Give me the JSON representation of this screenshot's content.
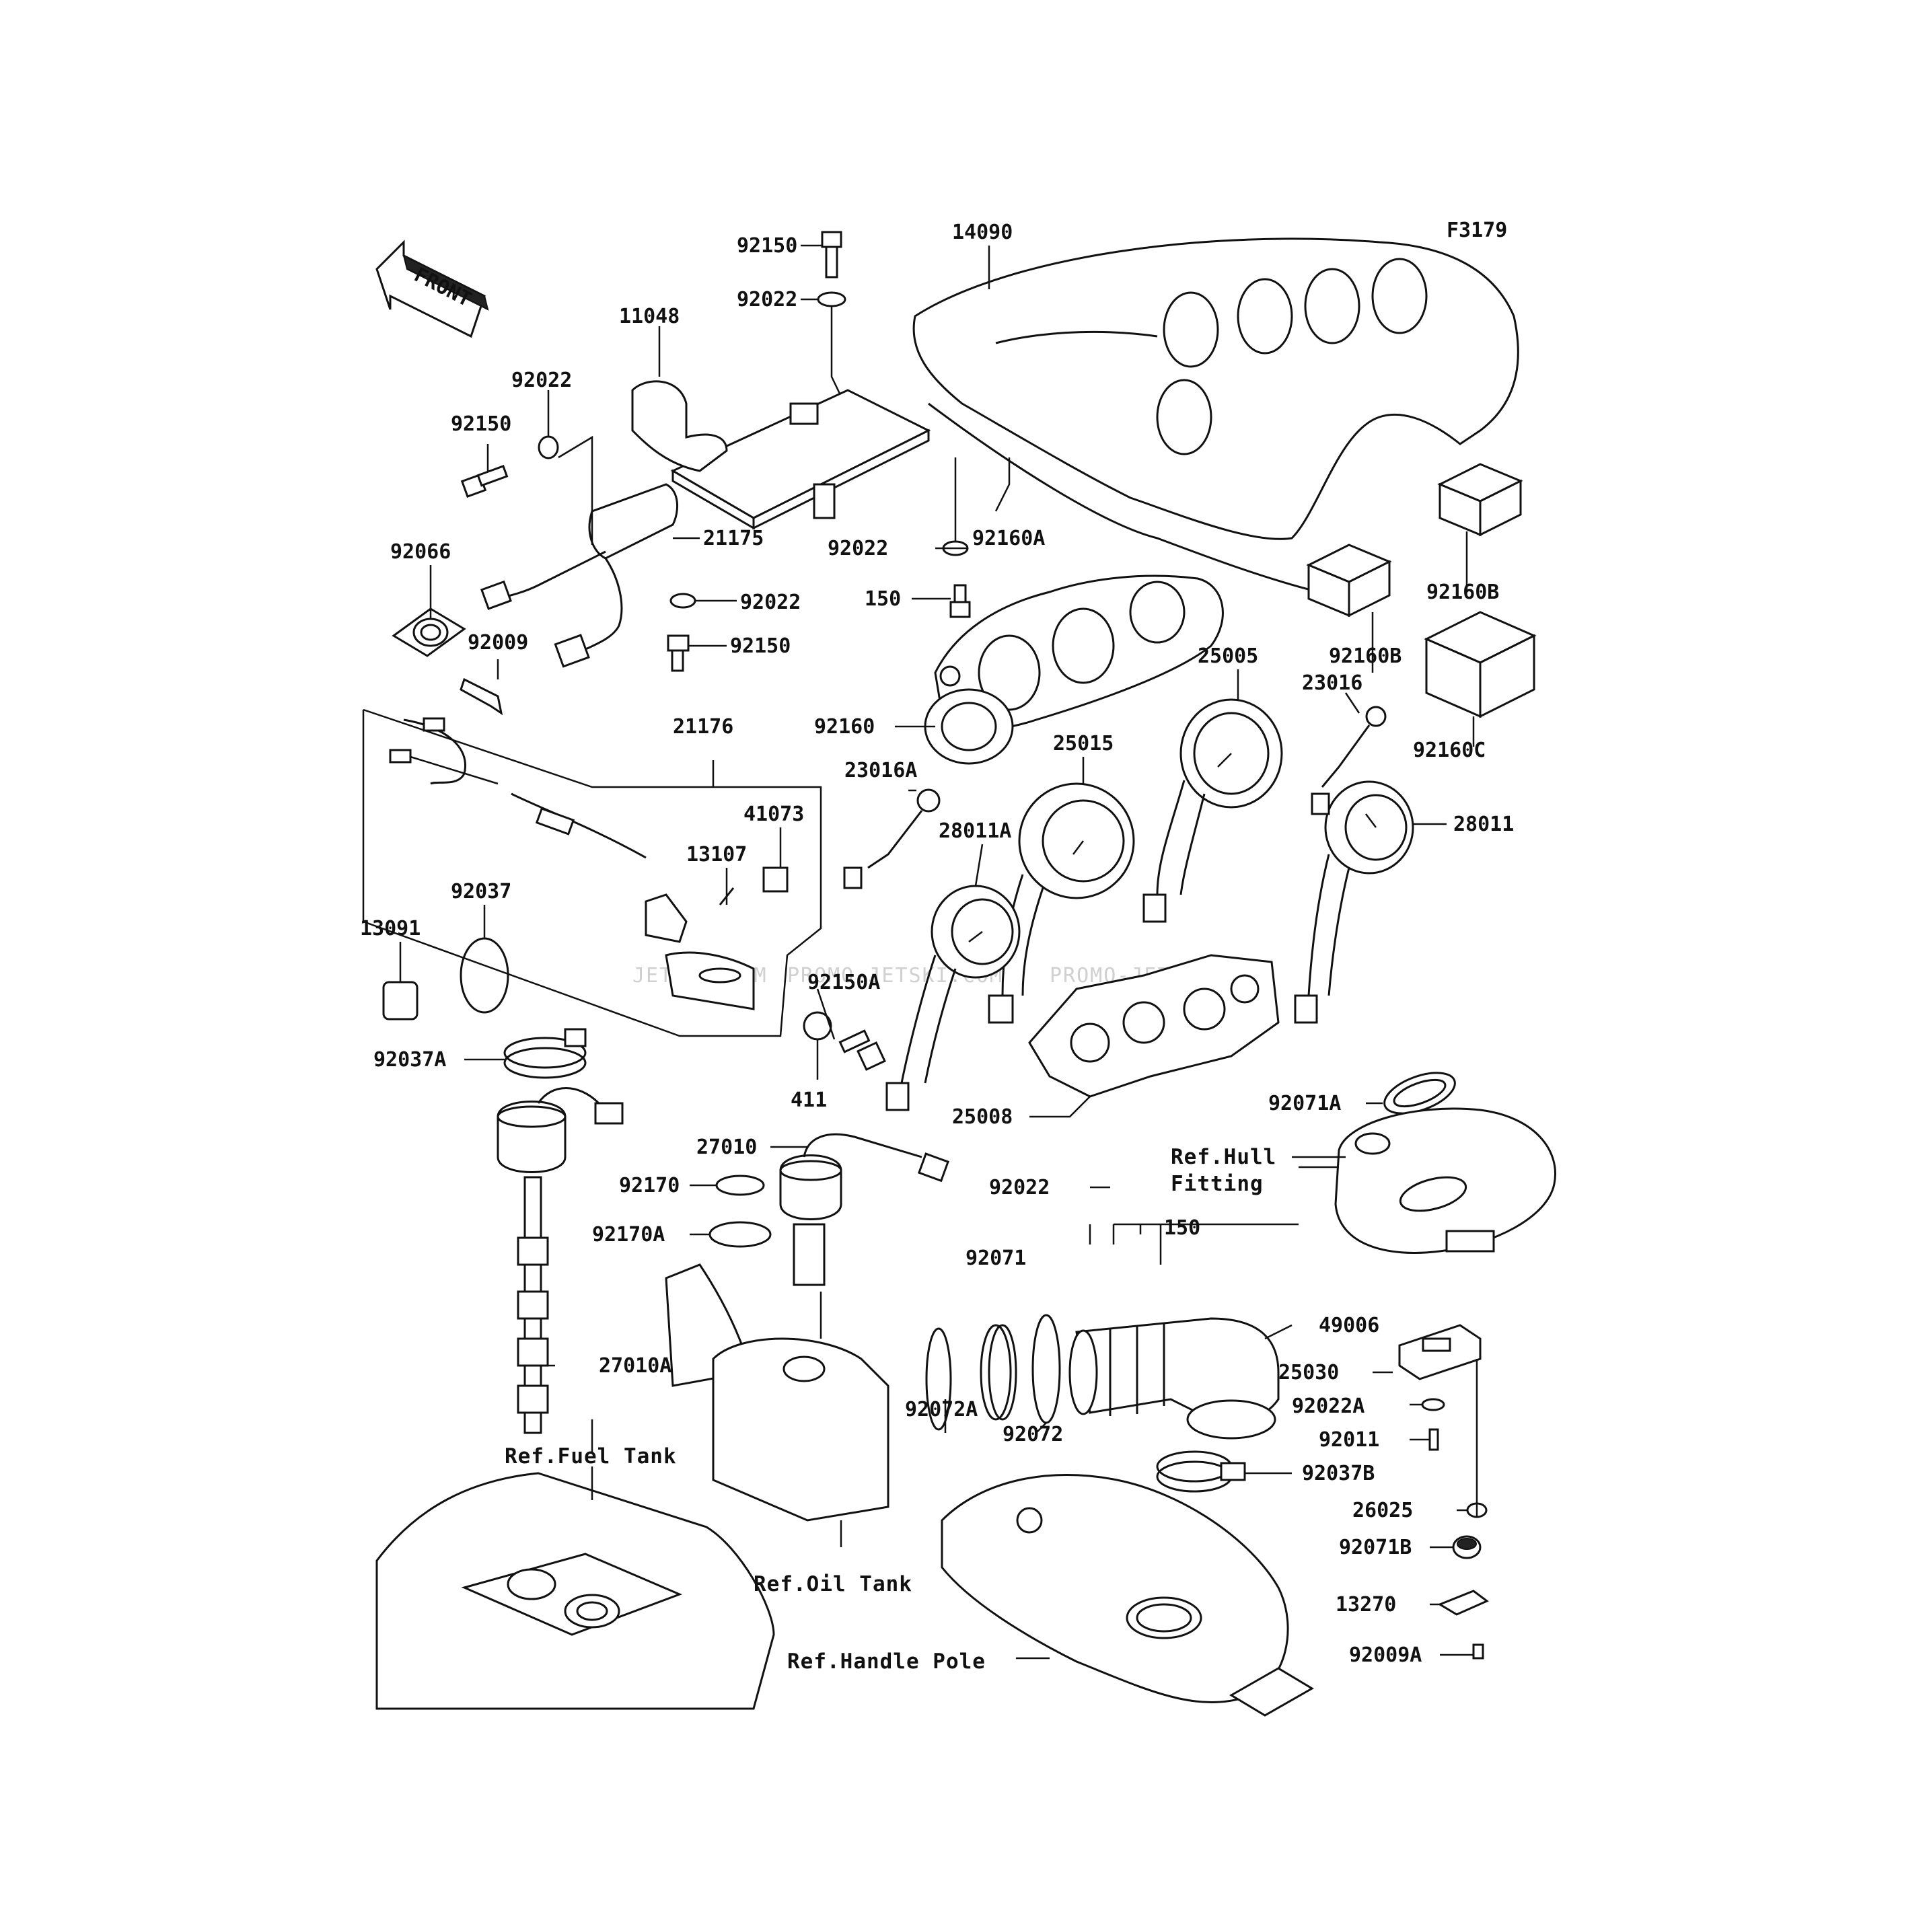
{
  "diagram": {
    "figure_code": "F3179",
    "front_label": "FRONT",
    "watermarks": [
      "JETSKI.COM",
      "PROMO-JETSKI.COM",
      "PROMO-JETSKI.COM"
    ],
    "part_labels": [
      "92150",
      "92022",
      "14090",
      "11048",
      "92022",
      "92150",
      "21175",
      "92066",
      "92022",
      "92009",
      "92150",
      "92022",
      "92160A",
      "150",
      "92160B",
      "92160B",
      "25005",
      "23016",
      "92160C",
      "92160",
      "21176",
      "25015",
      "28011",
      "23016A",
      "41073",
      "28011A",
      "13107",
      "92037",
      "13091",
      "92150A",
      "92037A",
      "411",
      "25008",
      "92071A",
      "27010",
      "92022",
      "92170",
      "150",
      "92170A",
      "92071",
      "49006",
      "25030",
      "27010A",
      "92022A",
      "92072A",
      "92072",
      "92011",
      "92037B",
      "26025",
      "92071B",
      "13270",
      "92009A"
    ],
    "reference_labels": [
      "Ref.Hull",
      "Fitting",
      "Ref.Fuel Tank",
      "Ref.Oil Tank",
      "Ref.Handle Pole"
    ]
  }
}
